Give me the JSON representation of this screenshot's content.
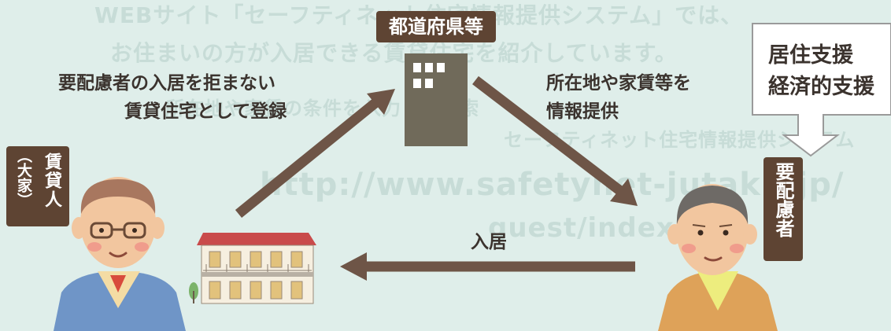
{
  "government": {
    "label": "都道府県等"
  },
  "landlord": {
    "label": "賃貸人",
    "paren_label": "（大家）"
  },
  "tenant": {
    "label": "要配慮者"
  },
  "arrows": {
    "register_line1": "要配慮者の入居を拒まない",
    "register_line2": "賃貸住宅として登録",
    "info_line1": "所在地や家賃等を",
    "info_line2": "情報提供",
    "move_in": "入居"
  },
  "callout": {
    "line1": "居住支援",
    "line2": "経済的支援"
  },
  "background_text": {
    "line1": "WEBサイト「セーフティネット住宅情報提供システム」では、",
    "line2": "お住まいの方が入居できる賃貸住宅を紹介しています。",
    "line3": "所在地や家賃の条件を入力して検索",
    "line4": "セーフティネット住宅情報提供システム",
    "url": "http://www.safetynet-jutaku.jp/",
    "url2": "guest/index.php"
  },
  "colors": {
    "background": "#dfeeea",
    "arrow": "#6e5547",
    "label_box": "#5e4433",
    "building": "#706a5a",
    "house_roof": "#c94b4b"
  },
  "icons": {
    "government": "office-building-icon",
    "house": "apartment-house-icon",
    "landlord": "landlord-person-icon",
    "tenant": "tenant-person-icon"
  }
}
